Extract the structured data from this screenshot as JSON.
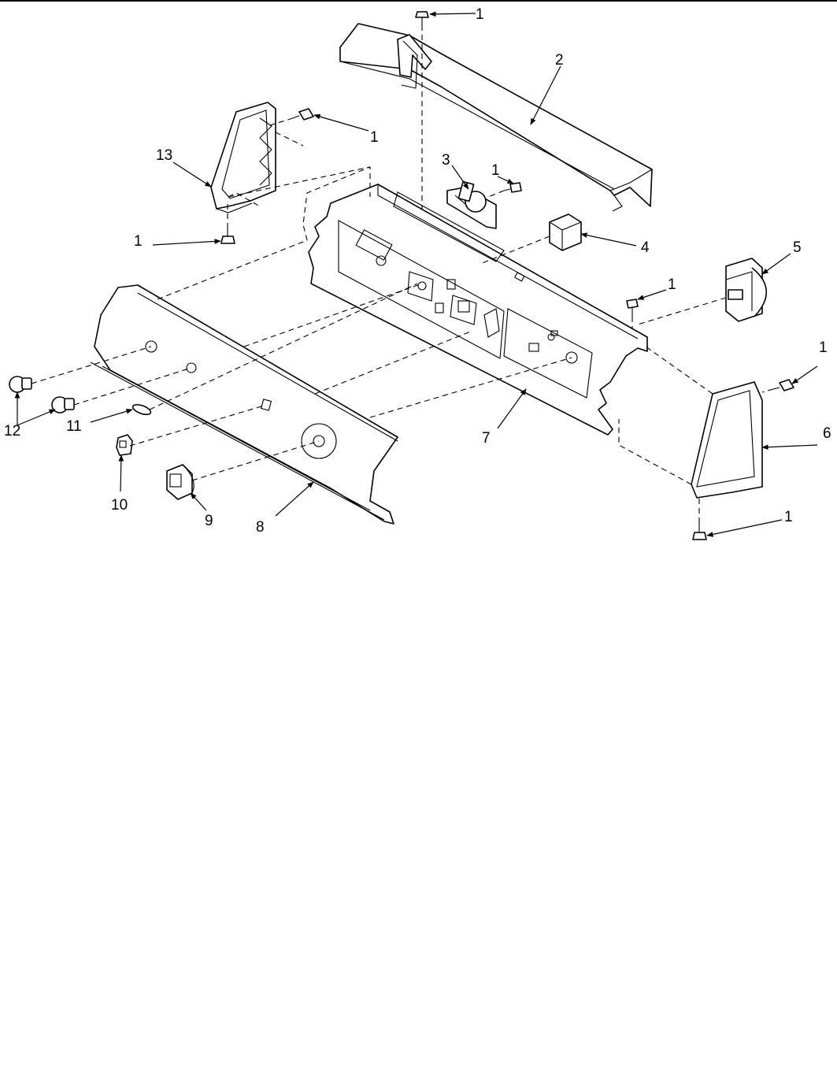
{
  "diagram": {
    "callouts": [
      {
        "id": "c1a",
        "text": "1"
      },
      {
        "id": "c2",
        "text": "2"
      },
      {
        "id": "c1b",
        "text": "1"
      },
      {
        "id": "c13",
        "text": "13"
      },
      {
        "id": "c3",
        "text": "3"
      },
      {
        "id": "c1c",
        "text": "1"
      },
      {
        "id": "c4",
        "text": "4"
      },
      {
        "id": "c1d",
        "text": "1"
      },
      {
        "id": "c5",
        "text": "5"
      },
      {
        "id": "c1e",
        "text": "1"
      },
      {
        "id": "c1f",
        "text": "1"
      },
      {
        "id": "c6",
        "text": "6"
      },
      {
        "id": "c7",
        "text": "7"
      },
      {
        "id": "c1g",
        "text": "1"
      },
      {
        "id": "c12",
        "text": "12"
      },
      {
        "id": "c11",
        "text": "11"
      },
      {
        "id": "c10",
        "text": "10"
      },
      {
        "id": "c9",
        "text": "9"
      },
      {
        "id": "c8",
        "text": "8"
      }
    ]
  }
}
